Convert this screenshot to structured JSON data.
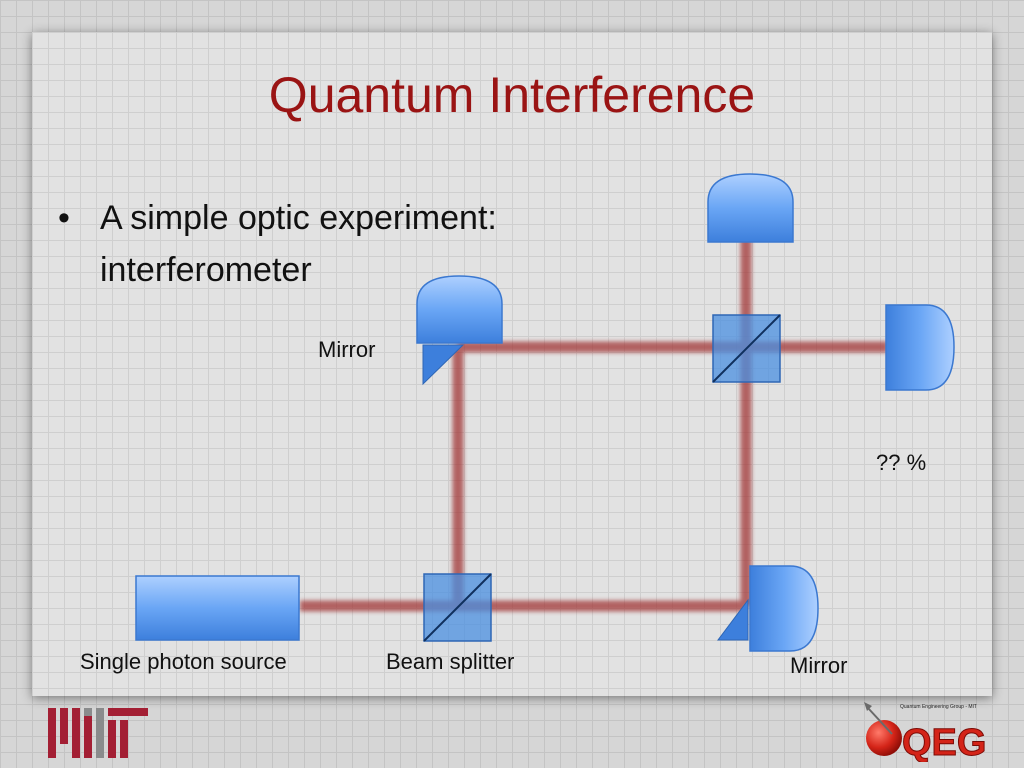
{
  "slide": {
    "title": "Quantum Interference",
    "bullets": [
      {
        "text": "A simple optic experiment: interferometer"
      }
    ]
  },
  "diagram": {
    "labels": {
      "source": "Single photon source",
      "beam_splitter": "Beam splitter",
      "mirror_top": "Mirror",
      "mirror_bottom": "Mirror",
      "percent": "?? %"
    }
  },
  "logos": {
    "mit": "MIT",
    "qeg": "QEG",
    "qeg_caption": "Quantum Engineering Group - MIT"
  },
  "colors": {
    "title": "#9a1414",
    "beam": "#a03232",
    "component": "#4a8fe0",
    "brand_red": "#a31f34"
  }
}
